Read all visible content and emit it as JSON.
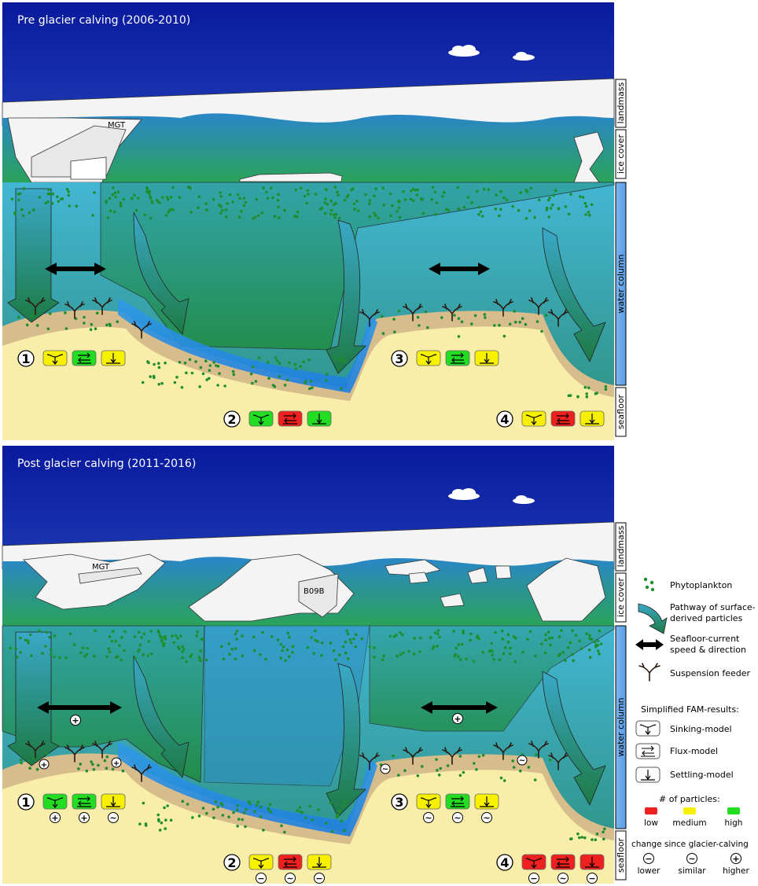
{
  "colors": {
    "sky_top": "#0a1a9e",
    "sky_bottom": "#4f8ae8",
    "ice": "#f4f4f4",
    "water_green": "#2e9a4c",
    "water_blue": "#2f8fe6",
    "seafloor": "#f8eeaa",
    "sediment": "#d7bc8c",
    "particle": "#1f8e2e",
    "low": "#ee2020",
    "medium": "#f7f000",
    "high": "#22dd22"
  },
  "side_labels": {
    "landmass": "landmass",
    "ice_cover": "ice cover",
    "water_column": "water column",
    "seafloor": "seafloor"
  },
  "panels": [
    {
      "title": "Pre glacier calving (2006-2010)",
      "glacier_labels": [
        "MGT"
      ],
      "stations": [
        {
          "number": "1",
          "results": [
            "medium",
            "high",
            "medium"
          ],
          "changes": []
        },
        {
          "number": "2",
          "results": [
            "high",
            "low",
            "high"
          ],
          "changes": []
        },
        {
          "number": "3",
          "results": [
            "medium",
            "high",
            "medium"
          ],
          "changes": []
        },
        {
          "number": "4",
          "results": [
            "medium",
            "low",
            "medium"
          ],
          "changes": []
        }
      ]
    },
    {
      "title": "Post glacier calving (2011-2016)",
      "glacier_labels": [
        "MGT",
        "B09B"
      ],
      "current_changes": [
        "+",
        "+"
      ],
      "feeder_changes": [
        "+",
        "+",
        "~",
        "~"
      ],
      "stations": [
        {
          "number": "1",
          "results": [
            "high",
            "high",
            "medium"
          ],
          "changes": [
            "+",
            "+",
            "~"
          ]
        },
        {
          "number": "2",
          "results": [
            "medium",
            "low",
            "medium"
          ],
          "changes": [
            "−",
            "~",
            "−"
          ]
        },
        {
          "number": "3",
          "results": [
            "medium",
            "high",
            "medium"
          ],
          "changes": [
            "~",
            "~",
            "~"
          ]
        },
        {
          "number": "4",
          "results": [
            "low",
            "low",
            "low"
          ],
          "changes": [
            "−",
            "~",
            "−"
          ]
        }
      ]
    }
  ],
  "legend": {
    "phytoplankton": "Phytoplankton",
    "pathway_line1": "Pathway of surface-",
    "pathway_line2": "derived particles",
    "current_line1": "Seafloor-current",
    "current_line2": "speed & direction",
    "suspension_feeder": "Suspension feeder",
    "fam_title": "Simplified FAM-results:",
    "sinking_model": "Sinking-model",
    "flux_model": "Flux-model",
    "settling_model": "Settling-model",
    "particles_title": "# of particles:",
    "particle_levels": [
      "low",
      "medium",
      "high"
    ],
    "change_title": "change since glacier-calving",
    "change_levels": [
      "lower",
      "similar",
      "higher"
    ],
    "change_symbols": [
      "−",
      "~",
      "+"
    ]
  }
}
